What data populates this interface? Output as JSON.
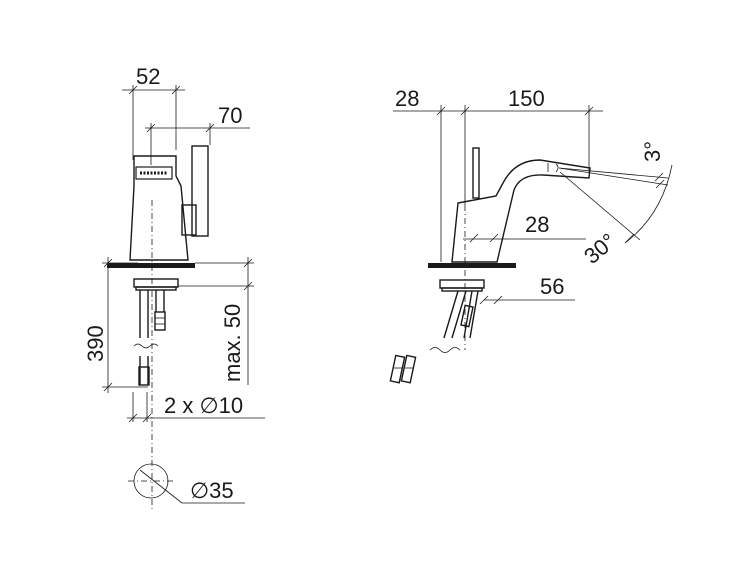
{
  "front_view": {
    "width_dim": "52",
    "depth_dim": "70",
    "hose_length_dim": "390",
    "max_thickness_dim": "max. 50",
    "hose_dim": "2 x ∅10",
    "hole_dim": "∅35"
  },
  "side_view": {
    "offset_dim": "28",
    "projection_dim": "150",
    "spout_height_dim": "28",
    "base_dim": "56",
    "angle_small": "3°",
    "angle_large": "30°"
  }
}
